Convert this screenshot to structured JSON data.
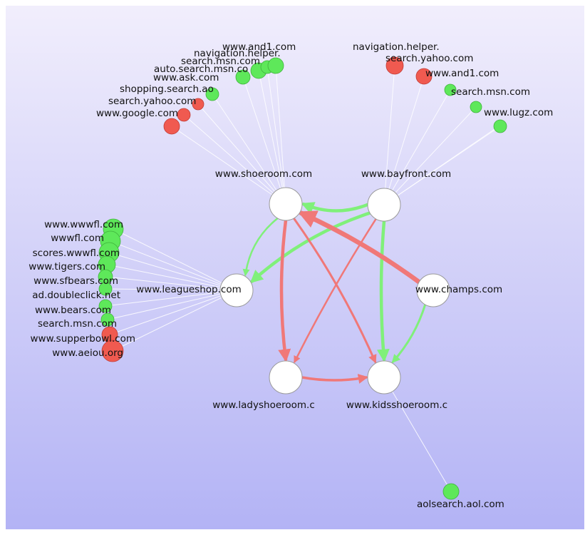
{
  "colors": {
    "background_top": "#f1eefc",
    "background_bottom": "#b3b3f5",
    "green": "#80f07a",
    "green_fill": "#5ee85a",
    "green_stroke": "#3fb23c",
    "red": "#f07878",
    "red_fill": "#f05a50",
    "red_stroke": "#c03a34",
    "hub_fill": "#ffffff",
    "hub_stroke": "#9a9a9a",
    "spoke": "#ffffff"
  },
  "hubs": [
    {
      "id": "shoeroom",
      "label": "www.shoeroom.com"
    },
    {
      "id": "bayfront",
      "label": "www.bayfront.com"
    },
    {
      "id": "leagueshop",
      "label": "www.leagueshop.com"
    },
    {
      "id": "champs",
      "label": "www.champs.com"
    },
    {
      "id": "ladyshoeroom",
      "label": "www.ladyshoeroom.c"
    },
    {
      "id": "kidsshoeroom",
      "label": "www.kidsshoeroom.c"
    }
  ],
  "links": [
    {
      "from": "bayfront",
      "to": "shoeroom",
      "color": "green",
      "weight": 3
    },
    {
      "from": "bayfront",
      "to": "leagueshop",
      "color": "green",
      "weight": 3
    },
    {
      "from": "bayfront",
      "to": "kidsshoeroom",
      "color": "green",
      "weight": 3
    },
    {
      "from": "bayfront",
      "to": "ladyshoeroom",
      "color": "red",
      "weight": 1
    },
    {
      "from": "shoeroom",
      "to": "leagueshop",
      "color": "green",
      "weight": 1
    },
    {
      "from": "shoeroom",
      "to": "ladyshoeroom",
      "color": "red",
      "weight": 3
    },
    {
      "from": "shoeroom",
      "to": "kidsshoeroom",
      "color": "red",
      "weight": 1.5
    },
    {
      "from": "champs",
      "to": "shoeroom",
      "color": "red",
      "weight": 5
    },
    {
      "from": "champs",
      "to": "kidsshoeroom",
      "color": "green",
      "weight": 1.5
    },
    {
      "from": "ladyshoeroom",
      "to": "kidsshoeroom",
      "color": "red",
      "weight": 2
    }
  ],
  "satellites": [
    {
      "label": "www.google.com",
      "color": "red",
      "hub": "shoeroom"
    },
    {
      "label": "search.yahoo.com",
      "color": "red",
      "hub": "shoeroom"
    },
    {
      "label": "shopping.search.ao",
      "color": "red",
      "hub": "shoeroom"
    },
    {
      "label": "www.ask.com",
      "color": "green",
      "hub": "shoeroom"
    },
    {
      "label": "auto.search.msn.co",
      "color": "green",
      "hub": "shoeroom"
    },
    {
      "label": "search.msn.com",
      "color": "green",
      "hub": "shoeroom"
    },
    {
      "label": "navigation.helper.",
      "color": "green",
      "hub": "shoeroom"
    },
    {
      "label": "www.and1.com",
      "color": "green",
      "hub": "shoeroom"
    },
    {
      "label": "navigation.helper.",
      "color": "red",
      "hub": "bayfront"
    },
    {
      "label": "search.yahoo.com",
      "color": "red",
      "hub": "bayfront"
    },
    {
      "label": "www.and1.com",
      "color": "green",
      "hub": "bayfront"
    },
    {
      "label": "search.msn.com",
      "color": "green",
      "hub": "bayfront"
    },
    {
      "label": "www.lugz.com",
      "color": "green",
      "hub": "bayfront"
    },
    {
      "label": "",
      "color": "green",
      "hub": "bayfront"
    },
    {
      "label": "www.wwwfl.com",
      "color": "green",
      "hub": "leagueshop"
    },
    {
      "label": "wwwfl.com",
      "color": "green",
      "hub": "leagueshop"
    },
    {
      "label": "scores.wwwfl.com",
      "color": "green",
      "hub": "leagueshop"
    },
    {
      "label": "www.tigers.com",
      "color": "green",
      "hub": "leagueshop"
    },
    {
      "label": "www.sfbears.com",
      "color": "green",
      "hub": "leagueshop"
    },
    {
      "label": "ad.doubleclick.net",
      "color": "green",
      "hub": "leagueshop"
    },
    {
      "label": "www.bears.com",
      "color": "green",
      "hub": "leagueshop"
    },
    {
      "label": "search.msn.com",
      "color": "green",
      "hub": "leagueshop"
    },
    {
      "label": "www.supperbowl.com",
      "color": "red",
      "hub": "leagueshop"
    },
    {
      "label": "www.aeiou.org",
      "color": "red",
      "hub": "leagueshop"
    },
    {
      "label": "aolsearch.aol.com",
      "color": "green",
      "hub": "kidsshoeroom"
    }
  ]
}
